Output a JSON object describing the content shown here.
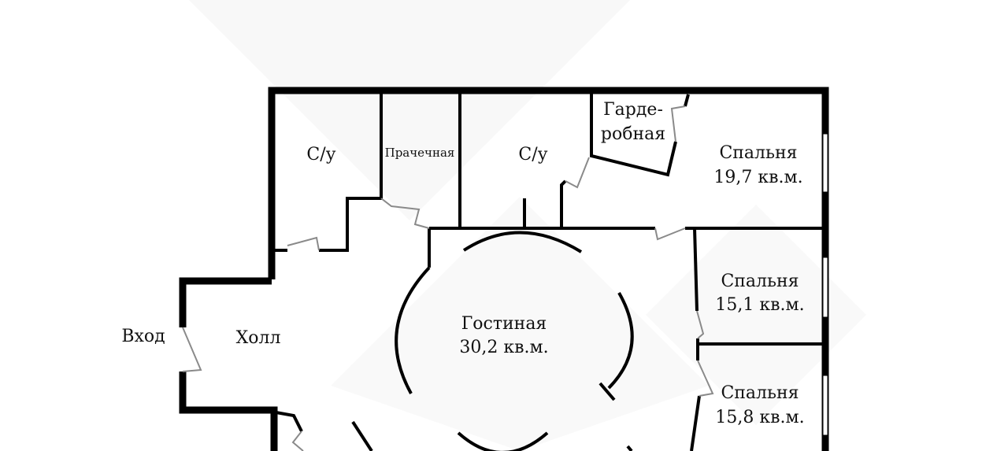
{
  "plan": {
    "entrance": "Вход",
    "hall": "Холл",
    "bathroom_1": "С/у",
    "laundry": "Прачечная",
    "bathroom_2": "С/у",
    "wardrobe_line1": "Гарде-",
    "wardrobe_line2": "робная",
    "bedroom_1": {
      "name": "Спальня",
      "area": "19,7 кв.м."
    },
    "bedroom_2": {
      "name": "Спальня",
      "area": "15,1 кв.м."
    },
    "bedroom_3": {
      "name": "Спальня",
      "area": "15,8 кв.м."
    },
    "living_room": {
      "name": "Гостиная",
      "area": "30,2 кв.м."
    }
  },
  "colors": {
    "wall": "#000000",
    "door": "#8a8a8a",
    "watermark": "#f4f4f4"
  }
}
